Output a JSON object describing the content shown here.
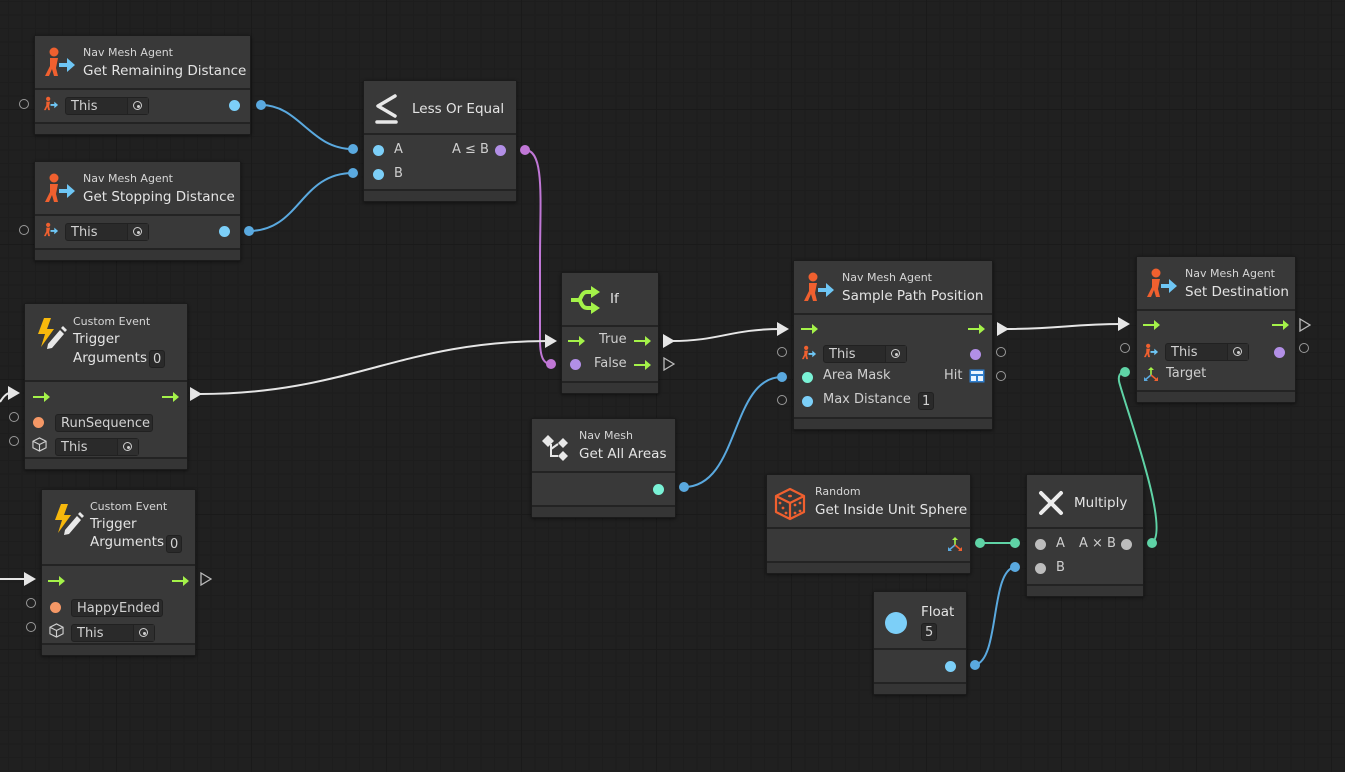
{
  "app": "Visual Scripting Graph",
  "colors": {
    "background": "#202020",
    "node": "#393939",
    "flow": "#e6e6e6",
    "control_arrow": "#a4f249",
    "float_port": "#7ccff8",
    "bool_port": "#b28fe6",
    "vector_port": "#5fd3a6",
    "string_port": "#f59866",
    "int_port": "#7af2d6",
    "nav_agent_orange": "#f0602f"
  },
  "nodes": {
    "get_remaining_distance": {
      "category": "Nav Mesh Agent",
      "title": "Get Remaining Distance",
      "icon": "nav-mesh-agent-icon",
      "target_value": "This"
    },
    "get_stopping_distance": {
      "category": "Nav Mesh Agent",
      "title": "Get Stopping Distance",
      "icon": "nav-mesh-agent-icon",
      "target_value": "This"
    },
    "less_or_equal": {
      "title": "Less Or Equal",
      "icon": "less-or-equal-icon",
      "inputs": [
        "A",
        "B"
      ],
      "output": "A ≤ B"
    },
    "custom_event_1": {
      "category": "Custom Event",
      "title": "Trigger",
      "arguments_label": "Arguments",
      "arguments_value": "0",
      "icon": "custom-event-icon",
      "event_name": "RunSequence",
      "target_value": "This"
    },
    "custom_event_2": {
      "category": "Custom Event",
      "title": "Trigger",
      "arguments_label": "Arguments",
      "arguments_value": "0",
      "icon": "custom-event-icon",
      "event_name": "HappyEnded",
      "target_value": "This"
    },
    "if_node": {
      "title": "If",
      "icon": "branch-icon",
      "true_label": "True",
      "false_label": "False"
    },
    "get_all_areas": {
      "category": "Nav Mesh",
      "title": "Get All Areas",
      "icon": "nav-mesh-icon"
    },
    "sample_path_position": {
      "category": "Nav Mesh Agent",
      "title": "Sample Path Position",
      "icon": "nav-mesh-agent-icon",
      "target_value": "This",
      "area_mask_label": "Area Mask",
      "max_distance_label": "Max Distance",
      "max_distance_value": "1",
      "hit_label": "Hit"
    },
    "set_destination": {
      "category": "Nav Mesh Agent",
      "title": "Set Destination",
      "icon": "nav-mesh-agent-icon",
      "target_value": "This",
      "target_label": "Target"
    },
    "random_sphere": {
      "category": "Random",
      "title": "Get Inside Unit Sphere",
      "icon": "dice-icon"
    },
    "multiply": {
      "title": "Multiply",
      "icon": "multiply-icon",
      "inputs": [
        "A",
        "B"
      ],
      "output": "A × B"
    },
    "float_literal": {
      "title": "Float",
      "icon": "float-icon",
      "value": "5"
    }
  }
}
